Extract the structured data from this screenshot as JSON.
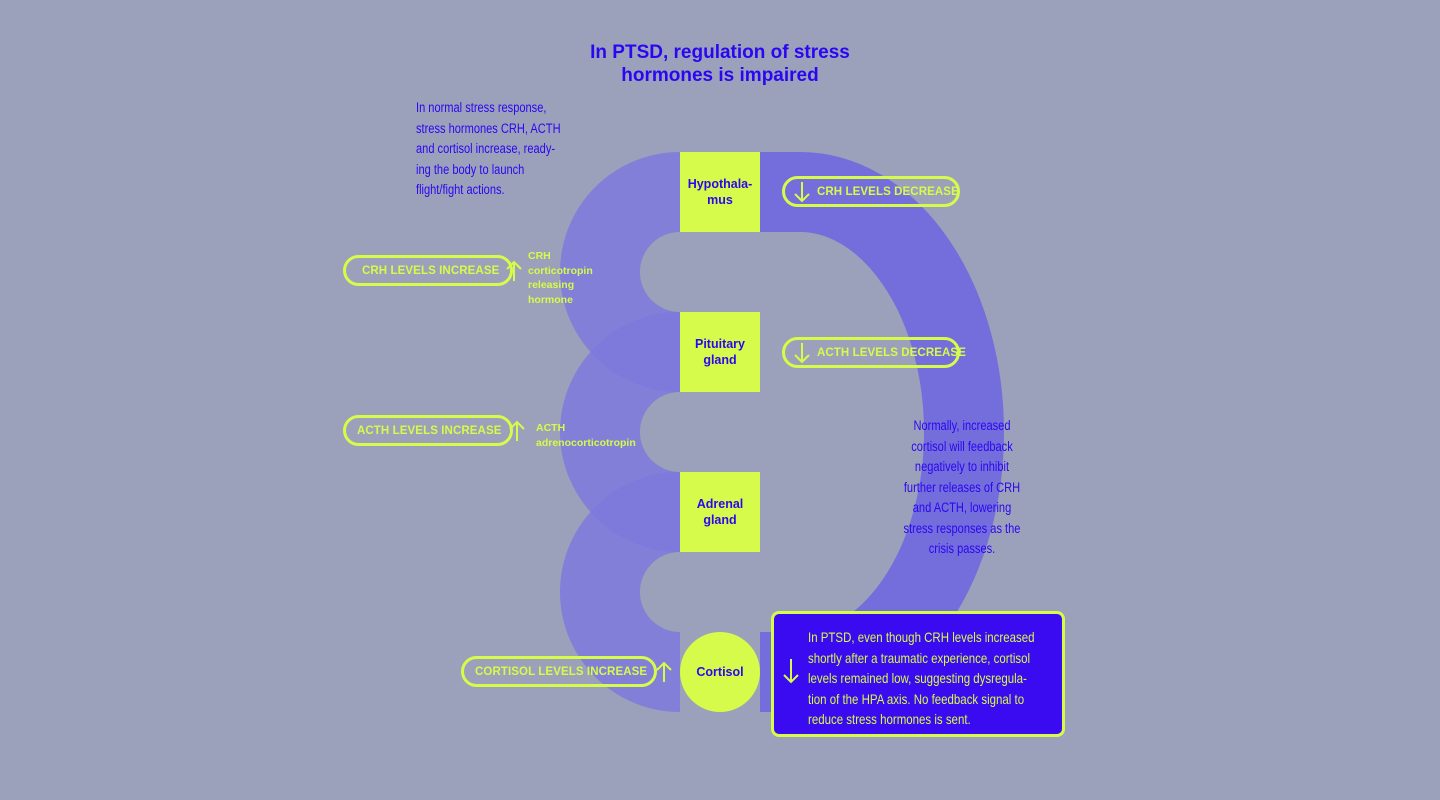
{
  "title": "In PTSD, regulation of stress\nhormones is impaired",
  "notes": {
    "normal_response": "In normal stress response,\nstress hormones CRH, ACTH\nand cortisol increase, ready-\ning the body to launch\nflight/fight actions.",
    "feedback": "Normally, increased\ncortisol will feedback\nnegatively to inhibit\nfurther releases of CRH\nand ACTH, lowering\nstress responses as the\ncrisis passes."
  },
  "organs": {
    "hypothalamus": "Hypothala-\nmus",
    "pituitary": "Pituitary\ngland",
    "adrenal": "Adrenal\ngland",
    "cortisol": "Cortisol"
  },
  "hormones": {
    "crh": "CRH\ncorticotropin\nreleasing\nhormone",
    "acth": "ACTH\nadrenocorticotropin"
  },
  "pills": {
    "crh_increase": "CRH LEVELS INCREASE",
    "acth_increase": "ACTH LEVELS INCREASE",
    "cortisol_increase": "CORTISOL LEVELS INCREASE",
    "crh_decrease": "CRH LEVELS DECREASE",
    "acth_decrease": "ACTH LEVELS DECREASE"
  },
  "callout": "In PTSD, even though CRH levels increased\nshortly after a traumatic experience, cortisol\nlevels remained low, suggesting dysregula-\ntion of the HPA axis. No feedback signal to\nreduce stress hormones is sent.",
  "icons": {
    "up": "arrow-up-icon",
    "down": "arrow-down-icon"
  },
  "colors": {
    "background": "#9ca1bb",
    "accent_lime": "#d7fb4a",
    "text_blue": "#2b06f0",
    "band_left": "#7d79dc",
    "band_right": "#7068e0",
    "callout_bg": "#3a0af0"
  }
}
